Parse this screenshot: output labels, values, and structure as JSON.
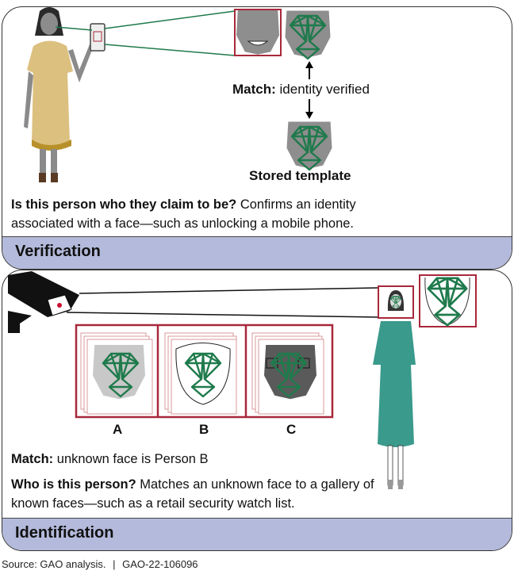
{
  "verification": {
    "match_label": "Match:",
    "match_text": "identity verified",
    "stored_template": "Stored template",
    "question": "Is this person who they claim to be?",
    "description": "Confirms an identity associated with a face—such as unlocking a mobile phone.",
    "description_line1": "Confirms an identity",
    "description_line2": "associated with a face—such as unlocking a mobile phone.",
    "title": "Verification"
  },
  "identification": {
    "gallery_labels": [
      "A",
      "B",
      "C"
    ],
    "match_label": "Match:",
    "match_text": "unknown face is Person B",
    "question": "Who is this person?",
    "description_line1": "Matches an unknown face to a gallery of",
    "description_line2": "known faces—such as a retail security watch list.",
    "title": "Identification"
  },
  "footer": {
    "source": "Source: GAO analysis.",
    "separator": "|",
    "report_id": "GAO-22-106096"
  },
  "colors": {
    "band": "#b4badb",
    "mesh": "#1f7a4c",
    "frame": "#a8283a",
    "dress_verification": "#dcc07f",
    "dress_identification": "#3a9a8c"
  }
}
